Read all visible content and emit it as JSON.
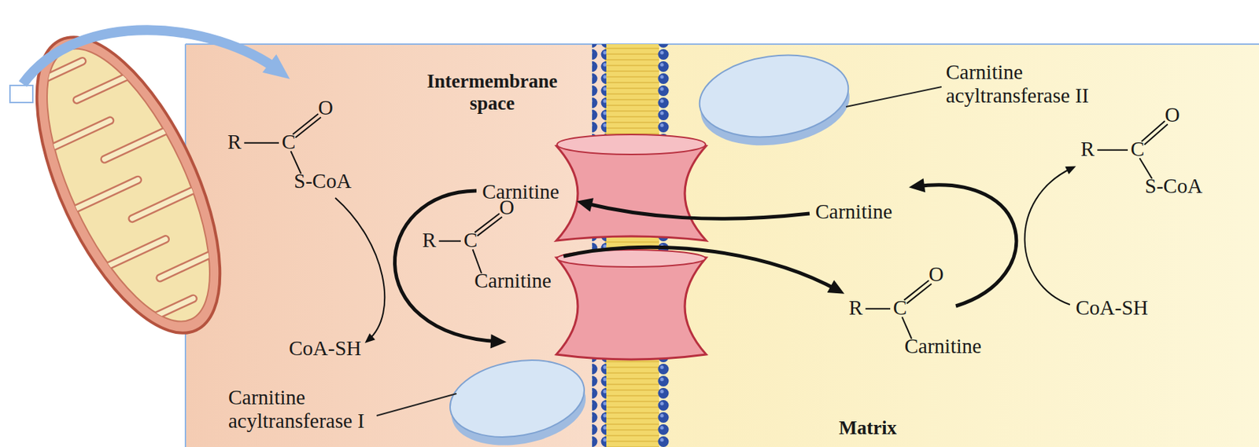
{
  "diagram": {
    "labels": [
      "Intermembrane space",
      "R",
      "C",
      "O",
      "S-CoA",
      "Carnitine",
      "R",
      "C",
      "O",
      "Carnitine",
      "CoA-SH",
      "Carnitine acyltransferase I",
      "Carnitine acyltransferase II",
      "Carnitine",
      "R",
      "C",
      "O",
      "S-CoA",
      "R",
      "C",
      "O",
      "Carnitine",
      "CoA-SH",
      "Matrix"
    ]
  }
}
